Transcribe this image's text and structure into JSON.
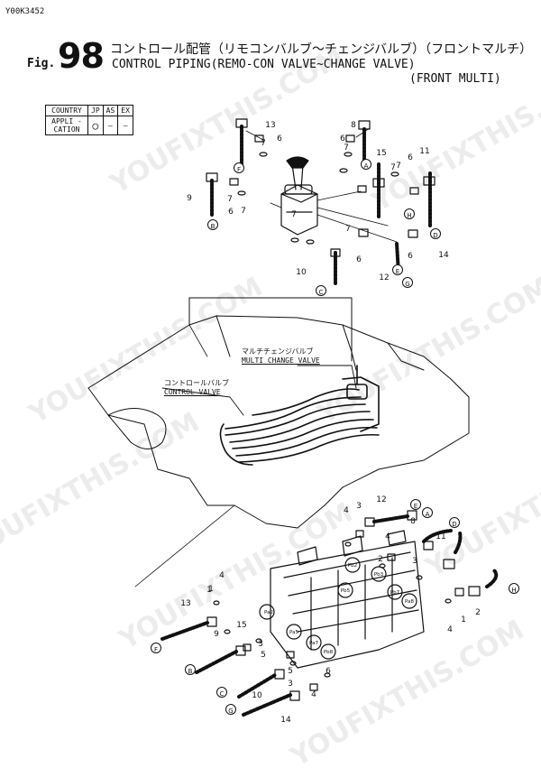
{
  "doc_code": "Y00K3452",
  "fig_prefix": "Fig.",
  "fig_number": "98",
  "title_jp": "コントロール配管（リモコンバルブ〜チェンジバルブ）（フロントマルチ）",
  "title_en_line1": "CONTROL PIPING(REMO-CON VALVE~CHANGE VALVE)",
  "title_en_line2": "(FRONT MULTI)",
  "applicability": {
    "row1": [
      "COUNTRY",
      "JP",
      "AS",
      "EX"
    ],
    "row2_label": "APPLI - CATION",
    "jp_mark": "◯",
    "as_mark": "—",
    "ex_mark": "—"
  },
  "callouts": {
    "multi_change_jp": "マルチチェンジバルブ",
    "multi_change_en": "MULTI CHANGE VALVE",
    "control_valve_jp": "コントロールバルブ",
    "control_valve_en": "CONTROL VALVE"
  },
  "top_labels": [
    "13",
    "6",
    "8",
    "6",
    "7",
    "7",
    "F",
    "9",
    "6",
    "7",
    "7",
    "A",
    "15",
    "7",
    "6",
    "11",
    "7",
    "B",
    "7",
    "H",
    "D",
    "6",
    "7",
    "6",
    "14",
    "10",
    "12",
    "E",
    "G",
    "C"
  ],
  "bottom_labels": [
    "12",
    "E",
    "4",
    "3",
    "A",
    "8",
    "D",
    "4",
    "2",
    "11",
    "3",
    "13",
    "1",
    "4",
    "H",
    "15",
    "2",
    "5",
    "F",
    "9",
    "1",
    "3",
    "B",
    "5",
    "C",
    "10",
    "6",
    "4",
    "G",
    "14",
    "4",
    "1",
    "3"
  ],
  "port_labels": [
    "Pa2",
    "Pb2",
    "Pa5",
    "Pb5",
    "Pa7",
    "Pb8",
    "Pa8",
    "Pb7",
    "Pb3"
  ],
  "watermark": "YOUFIXTHIS.COM",
  "colors": {
    "ink": "#111111",
    "watermark": "#d9d9d9"
  }
}
